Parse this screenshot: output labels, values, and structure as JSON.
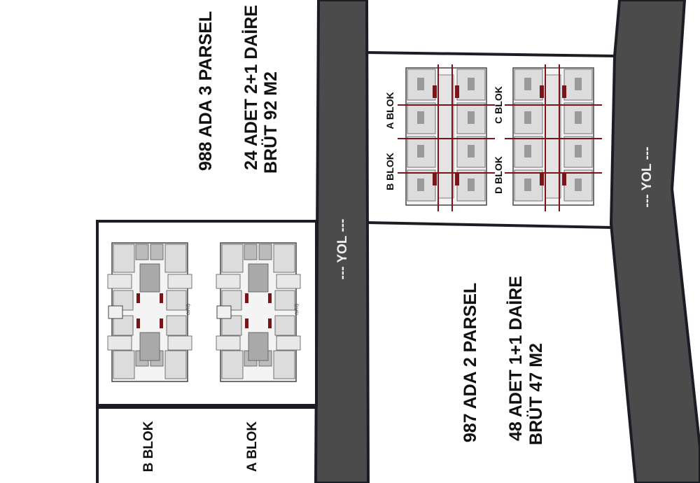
{
  "parcels": {
    "top_left": {
      "title": "988 ADA 3 PARSEL",
      "units": "24 ADET 2+1 DAİRE",
      "area": "BRÜT 92 M2"
    },
    "bottom_right": {
      "title": "987 ADA 2 PARSEL",
      "units": "48 ADET 1+1 DAİRE",
      "area": "BRÜT 47 M2"
    }
  },
  "roads": {
    "center": "--- YOL ---",
    "right": "--- YOL ---"
  },
  "left_blocks": {
    "b": "B BLOK",
    "a": "A BLOK",
    "entrance": "GİRİŞ"
  },
  "right_blocks": {
    "a": "A BLOK",
    "b": "B BLOK",
    "c": "C BLOK",
    "d": "D BLOK"
  },
  "colors": {
    "road": "#4b4b4b",
    "border": "#1c1c24",
    "accent": "#7a1418",
    "room": "#dcdcdc"
  }
}
